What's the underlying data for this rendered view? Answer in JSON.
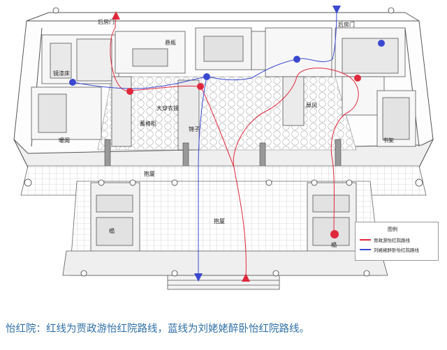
{
  "labels": {
    "back_door_left": "后房门",
    "back_door_right": "后房门",
    "screen_back": "悬瓶",
    "qiyang_bed": "镜漆床",
    "big_mirror": "大穿衣镜",
    "huge_cabinet": "蓄格柜",
    "bookcase": "书架",
    "warm_room": "暖阁",
    "jingzi": "锦子",
    "screen_right": "屏风",
    "corridor": "抱厦",
    "courtyard": "抱厦",
    "kang_left": "榻",
    "kang_right": "榻"
  },
  "legend": {
    "title": "图例",
    "red_label": "贾政游怡红院路线",
    "blue_label": "刘姥姥醉卧怡红院路线"
  },
  "colors": {
    "red_route": "#e0283c",
    "blue_route": "#3a48d0",
    "line": "#555555",
    "caption": "#2f6fa8"
  },
  "caption": "怡红院：红线为贾政游怡红院路线，蓝线为刘姥姥醉卧怡红院路线。"
}
